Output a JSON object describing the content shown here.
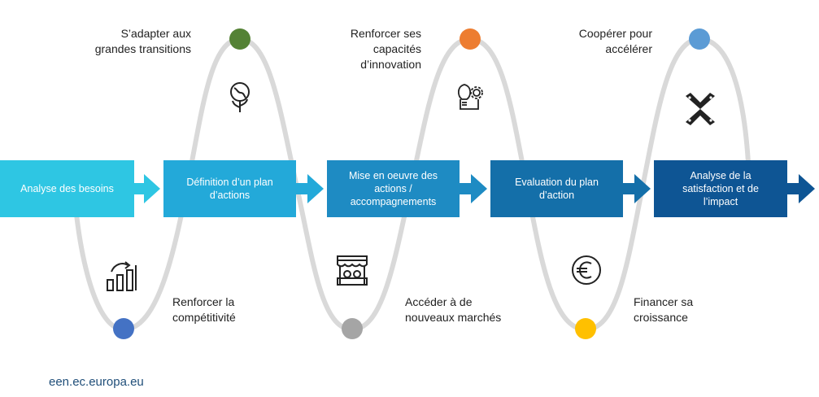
{
  "steps": [
    {
      "label": "Analyse des besoins",
      "color": "#2ec6e3"
    },
    {
      "label": "Définition d’un plan\nd’actions",
      "color": "#23a9d9"
    },
    {
      "label": "Mise en oeuvre des\nactions /\naccompagnements",
      "color": "#1e8bc3"
    },
    {
      "label": "Evaluation du plan\nd’action",
      "color": "#146fa9"
    },
    {
      "label": "Analyse de la\nsatisfaction et de\nl’impact",
      "color": "#0e5594"
    }
  ],
  "objectives": [
    {
      "label": "Renforcer la\ncompétitivité",
      "color": "#4472c4",
      "icon": "bar-chart-growth-icon"
    },
    {
      "label": "S’adapter aux\ngrandes transitions",
      "color": "#548235",
      "icon": "plant-globe-icon"
    },
    {
      "label": "Accéder à de\nnouveaux marchés",
      "color": "#a5a5a5",
      "icon": "market-stall-icon"
    },
    {
      "label": "Renforcer ses\ncapacités\nd’innovation",
      "color": "#ed7d31",
      "icon": "lightbulb-gear-icon"
    },
    {
      "label": "Financer sa\ncroissance",
      "color": "#ffc000",
      "icon": "euro-coin-icon"
    },
    {
      "label": "Coopérer pour\naccélérer",
      "color": "#5b9bd5",
      "icon": "hands-together-icon"
    }
  ],
  "footer": {
    "url": "een.ec.europa.eu"
  },
  "wave_color": "#d9d9d9"
}
